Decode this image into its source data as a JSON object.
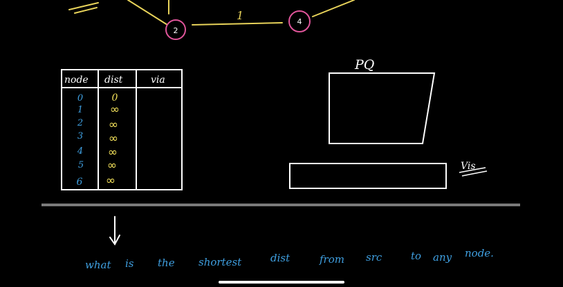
{
  "graph": {
    "nodes": [
      {
        "label": "2"
      },
      {
        "label": "4"
      }
    ],
    "edge_weight": "1"
  },
  "table": {
    "headers": [
      "node",
      "dist",
      "via"
    ],
    "rows": [
      {
        "node": "0",
        "dist": "0",
        "via": ""
      },
      {
        "node": "1",
        "dist": "∞",
        "via": ""
      },
      {
        "node": "2",
        "dist": "∞",
        "via": ""
      },
      {
        "node": "3",
        "dist": "∞",
        "via": ""
      },
      {
        "node": "4",
        "dist": "∞",
        "via": ""
      },
      {
        "node": "5",
        "dist": "∞",
        "via": ""
      },
      {
        "node": "6",
        "dist": "∞",
        "via": ""
      }
    ]
  },
  "pq": {
    "label": "PQ"
  },
  "vis": {
    "label": "Vis"
  },
  "question": {
    "words": [
      "what",
      "is",
      "the",
      "shortest",
      "dist",
      "from",
      "src",
      "to",
      "any",
      "node."
    ]
  },
  "colors": {
    "background": "#000000",
    "ink_white": "#ffffff",
    "ink_blue": "#3f9fe0",
    "ink_yellow": "#f2e05a",
    "node_pink": "#e0559a",
    "edge_yellow": "#e8d35a",
    "divider": "#7a7a7a"
  }
}
